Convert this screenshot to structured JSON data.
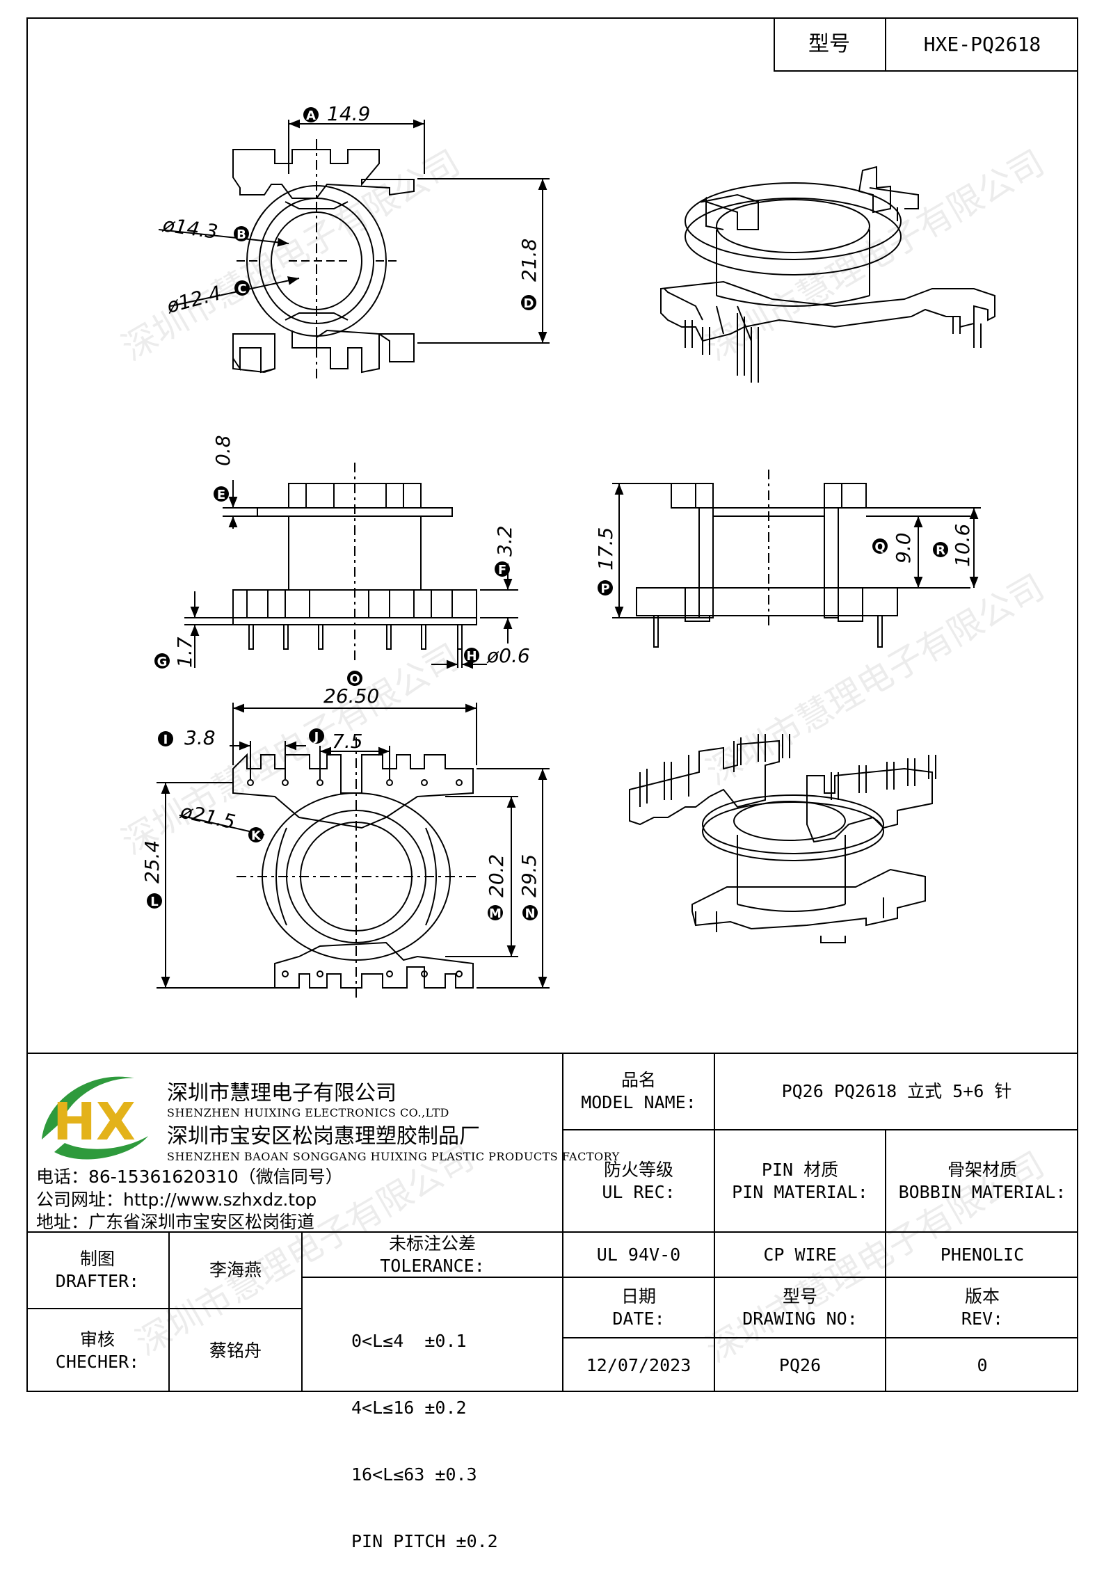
{
  "header": {
    "model_label": "型号",
    "model_value": "HXE-PQ2618"
  },
  "drawing": {
    "top_view": {
      "A": "14.9",
      "B": "ø14.3",
      "C": "ø12.4",
      "D": "21.8",
      "mark_A": "A",
      "mark_B": "B",
      "mark_C": "C",
      "mark_D": "D"
    },
    "front_view": {
      "E": "0.8",
      "F": "3.2",
      "G": "1.7",
      "H": "ø0.6",
      "O": "26.50",
      "mark_E": "E",
      "mark_F": "F",
      "mark_G": "G",
      "mark_H": "H",
      "mark_O": "O"
    },
    "side_view": {
      "P": "17.5",
      "Q": "9.0",
      "R": "10.6",
      "mark_P": "P",
      "mark_Q": "Q",
      "mark_R": "R"
    },
    "bottom_view": {
      "I": "3.8",
      "J": "7.5",
      "K": "ø21.5",
      "L": "25.4",
      "M": "20.2",
      "N": "29.5",
      "mark_I": "I",
      "mark_J": "J",
      "mark_K": "K",
      "mark_L": "L",
      "mark_M": "M",
      "mark_N": "N"
    }
  },
  "watermark": "深圳市慧理电子有限公司",
  "company": {
    "name_cn": "深圳市慧理电子有限公司",
    "name_en": "SHENZHEN HUIXING ELECTRONICS CO.,LTD",
    "factory_cn": "深圳市宝安区松岗惠理塑胶制品厂",
    "factory_en": "SHENZHEN BAOAN SONGGANG HUIXING PLASTIC PRODUCTS FACTORY",
    "phone": "电话：86-15361620310（微信同号）",
    "website": "公司网址：http://www.szhxdz.top",
    "address": "地址：广东省深圳市宝安区松岗街道",
    "logo_text": "HX"
  },
  "titleblock": {
    "model_name_cn": "品名",
    "model_name_en": "MODEL NAME:",
    "model_name_value": "PQ26 PQ2618 立式 5+6 针",
    "ul_cn": "防火等级",
    "ul_en": "UL REC:",
    "ul_value": "UL 94V-0",
    "pin_cn": "PIN 材质",
    "pin_en": "PIN MATERIAL:",
    "pin_value": "CP WIRE",
    "bobbin_cn": "骨架材质",
    "bobbin_en": "BOBBIN MATERIAL:",
    "bobbin_value": "PHENOLIC",
    "drafter_cn": "制图",
    "drafter_en": "DRAFTER:",
    "drafter_name": "李海燕",
    "checker_cn": "审核",
    "checker_en": "CHECHER:",
    "checker_name": "蔡铭舟",
    "tol_cn": "未标注公差",
    "tol_en": "TOLERANCE:",
    "tol_lines": [
      "0<L≤4  ±0.1",
      "4<L≤16 ±0.2",
      "16<L≤63 ±0.3",
      "PIN PITCH ±0.2"
    ],
    "date_cn": "日期",
    "date_en": "DATE:",
    "date_value": "12/07/2023",
    "dwg_cn": "型号",
    "dwg_en": "DRAWING NO:",
    "dwg_value": "PQ26",
    "rev_cn": "版本",
    "rev_en": "REV:",
    "rev_value": "0"
  }
}
